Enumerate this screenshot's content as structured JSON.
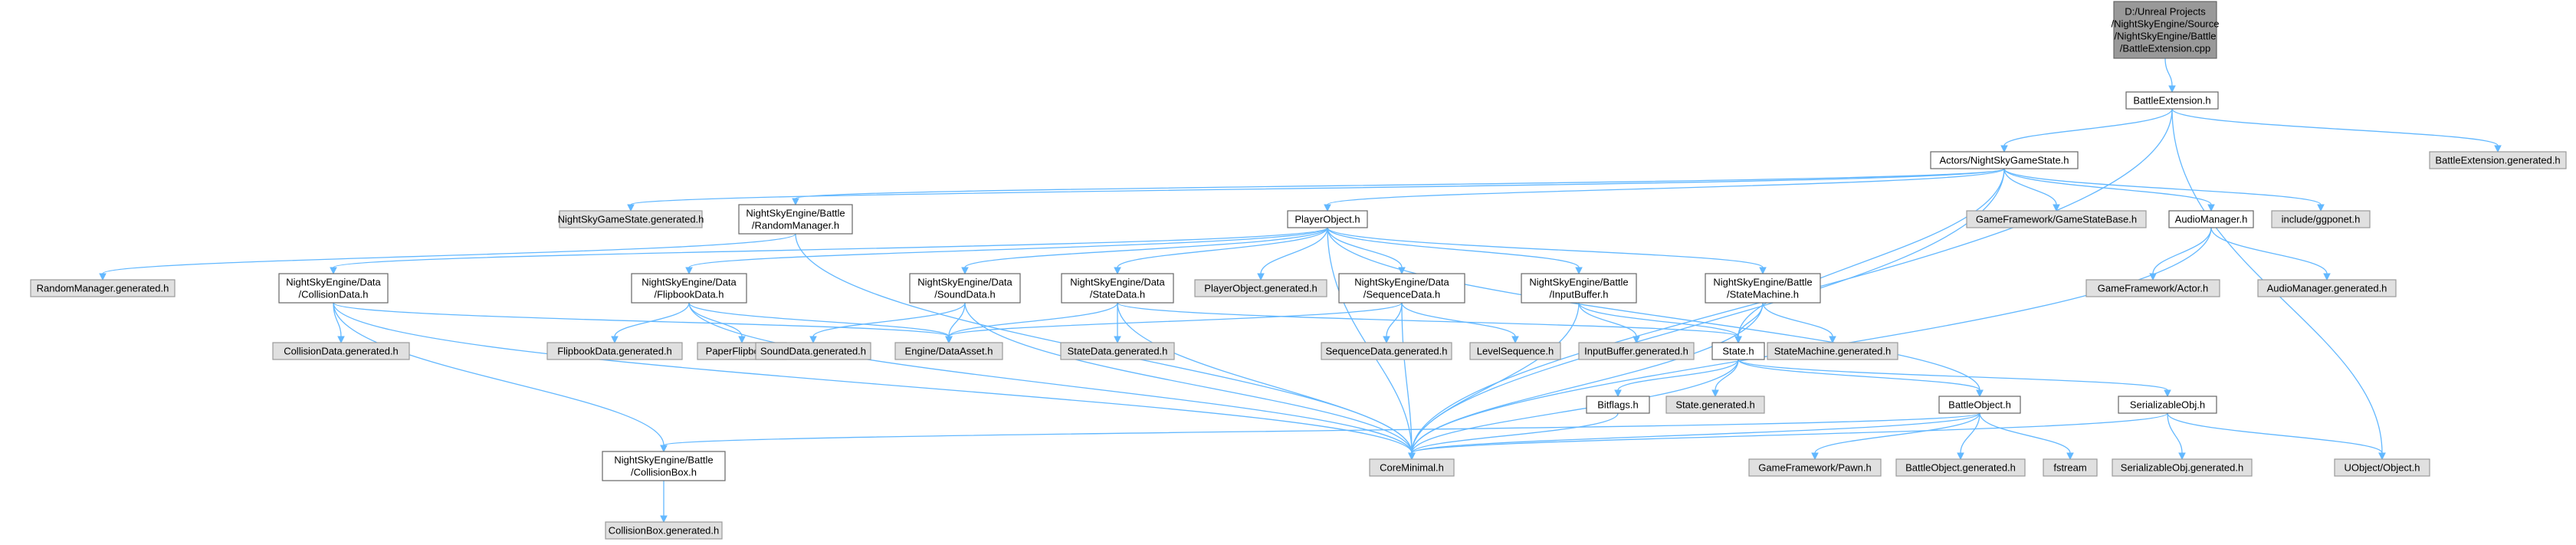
{
  "graph": {
    "colors": {
      "root_fill": "#999999",
      "root_border": "#666666",
      "project_fill": "#ffffff",
      "project_border": "#666666",
      "external_fill": "#e0e0e0",
      "external_border": "#999999",
      "edge": "#63b8ff",
      "text": "#000000"
    },
    "nodes": [
      {
        "id": "root",
        "kind": "root",
        "lines": [
          "D:/Unreal Projects",
          "/NightSkyEngine/Source",
          "/NightSkyEngine/Battle",
          "/BattleExtension.cpp"
        ]
      },
      {
        "id": "battleextension_h",
        "kind": "project",
        "lines": [
          "BattleExtension.h"
        ]
      },
      {
        "id": "battleextension_gen",
        "kind": "external",
        "lines": [
          "BattleExtension.generated.h"
        ]
      },
      {
        "id": "nightskygamestate_h",
        "kind": "project",
        "lines": [
          "Actors/NightSkyGameState.h"
        ]
      },
      {
        "id": "nightskygamestate_gen",
        "kind": "external",
        "lines": [
          "NightSkyGameState.generated.h"
        ]
      },
      {
        "id": "randommanager_h",
        "kind": "project",
        "lines": [
          "NightSkyEngine/Battle",
          "/RandomManager.h"
        ]
      },
      {
        "id": "playerobject_h",
        "kind": "project",
        "lines": [
          "PlayerObject.h"
        ]
      },
      {
        "id": "gamestatebase_h",
        "kind": "external",
        "lines": [
          "GameFramework/GameStateBase.h"
        ]
      },
      {
        "id": "audiomanager_h",
        "kind": "project",
        "lines": [
          "AudioManager.h"
        ]
      },
      {
        "id": "ggponet_h",
        "kind": "external",
        "lines": [
          "include/ggponet.h"
        ]
      },
      {
        "id": "randommanager_gen",
        "kind": "external",
        "lines": [
          "RandomManager.generated.h"
        ]
      },
      {
        "id": "collisiondata_h",
        "kind": "project",
        "lines": [
          "NightSkyEngine/Data",
          "/CollisionData.h"
        ]
      },
      {
        "id": "flipbookdata_h",
        "kind": "project",
        "lines": [
          "NightSkyEngine/Data",
          "/FlipbookData.h"
        ]
      },
      {
        "id": "sounddata_h",
        "kind": "project",
        "lines": [
          "NightSkyEngine/Data",
          "/SoundData.h"
        ]
      },
      {
        "id": "statedata_h",
        "kind": "project",
        "lines": [
          "NightSkyEngine/Data",
          "/StateData.h"
        ]
      },
      {
        "id": "playerobject_gen",
        "kind": "external",
        "lines": [
          "PlayerObject.generated.h"
        ]
      },
      {
        "id": "sequencedata_h",
        "kind": "project",
        "lines": [
          "NightSkyEngine/Data",
          "/SequenceData.h"
        ]
      },
      {
        "id": "inputbuffer_h",
        "kind": "project",
        "lines": [
          "NightSkyEngine/Battle",
          "/InputBuffer.h"
        ]
      },
      {
        "id": "statemachine_h",
        "kind": "project",
        "lines": [
          "NightSkyEngine/Battle",
          "/StateMachine.h"
        ]
      },
      {
        "id": "actor_h",
        "kind": "external",
        "lines": [
          "GameFramework/Actor.h"
        ]
      },
      {
        "id": "audiomanager_gen",
        "kind": "external",
        "lines": [
          "AudioManager.generated.h"
        ]
      },
      {
        "id": "collisiondata_gen",
        "kind": "external",
        "lines": [
          "CollisionData.generated.h"
        ]
      },
      {
        "id": "flipbookdata_gen",
        "kind": "external",
        "lines": [
          "FlipbookData.generated.h"
        ]
      },
      {
        "id": "paperflipbook_h",
        "kind": "external",
        "lines": [
          "PaperFlipbook.h"
        ]
      },
      {
        "id": "sounddata_gen",
        "kind": "external",
        "lines": [
          "SoundData.generated.h"
        ]
      },
      {
        "id": "dataasset_h",
        "kind": "external",
        "lines": [
          "Engine/DataAsset.h"
        ]
      },
      {
        "id": "statedata_gen",
        "kind": "external",
        "lines": [
          "StateData.generated.h"
        ]
      },
      {
        "id": "sequencedata_gen",
        "kind": "external",
        "lines": [
          "SequenceData.generated.h"
        ]
      },
      {
        "id": "levelsequence_h",
        "kind": "external",
        "lines": [
          "LevelSequence.h"
        ]
      },
      {
        "id": "inputbuffer_gen",
        "kind": "external",
        "lines": [
          "InputBuffer.generated.h"
        ]
      },
      {
        "id": "state_h",
        "kind": "project",
        "lines": [
          "State.h"
        ]
      },
      {
        "id": "statemachine_gen",
        "kind": "external",
        "lines": [
          "StateMachine.generated.h"
        ]
      },
      {
        "id": "bitflags_h",
        "kind": "project",
        "lines": [
          "Bitflags.h"
        ]
      },
      {
        "id": "state_gen",
        "kind": "external",
        "lines": [
          "State.generated.h"
        ]
      },
      {
        "id": "battleobject_h",
        "kind": "project",
        "lines": [
          "BattleObject.h"
        ]
      },
      {
        "id": "serializableobj_h",
        "kind": "project",
        "lines": [
          "SerializableObj.h"
        ]
      },
      {
        "id": "collisionbox_h",
        "kind": "project",
        "lines": [
          "NightSkyEngine/Battle",
          "/CollisionBox.h"
        ]
      },
      {
        "id": "coreminimal_h",
        "kind": "external",
        "lines": [
          "CoreMinimal.h"
        ]
      },
      {
        "id": "pawn_h",
        "kind": "external",
        "lines": [
          "GameFramework/Pawn.h"
        ]
      },
      {
        "id": "battleobject_gen",
        "kind": "external",
        "lines": [
          "BattleObject.generated.h"
        ]
      },
      {
        "id": "fstream",
        "kind": "external",
        "lines": [
          "fstream"
        ]
      },
      {
        "id": "serializableobj_gen",
        "kind": "external",
        "lines": [
          "SerializableObj.generated.h"
        ]
      },
      {
        "id": "object_h",
        "kind": "external",
        "lines": [
          "UObject/Object.h"
        ]
      },
      {
        "id": "collisionbox_gen",
        "kind": "external",
        "lines": [
          "CollisionBox.generated.h"
        ]
      }
    ],
    "edges": [
      [
        "root",
        "battleextension_h"
      ],
      [
        "battleextension_h",
        "battleextension_gen"
      ],
      [
        "battleextension_h",
        "nightskygamestate_h"
      ],
      [
        "battleextension_h",
        "coreminimal_h"
      ],
      [
        "battleextension_h",
        "object_h"
      ],
      [
        "nightskygamestate_h",
        "nightskygamestate_gen"
      ],
      [
        "nightskygamestate_h",
        "randommanager_h"
      ],
      [
        "nightskygamestate_h",
        "playerobject_h"
      ],
      [
        "nightskygamestate_h",
        "gamestatebase_h"
      ],
      [
        "nightskygamestate_h",
        "audiomanager_h"
      ],
      [
        "nightskygamestate_h",
        "ggponet_h"
      ],
      [
        "nightskygamestate_h",
        "coreminimal_h"
      ],
      [
        "nightskygamestate_h",
        "state_h"
      ],
      [
        "randommanager_h",
        "randommanager_gen"
      ],
      [
        "randommanager_h",
        "coreminimal_h"
      ],
      [
        "playerobject_h",
        "collisiondata_h"
      ],
      [
        "playerobject_h",
        "flipbookdata_h"
      ],
      [
        "playerobject_h",
        "sounddata_h"
      ],
      [
        "playerobject_h",
        "statedata_h"
      ],
      [
        "playerobject_h",
        "playerobject_gen"
      ],
      [
        "playerobject_h",
        "sequencedata_h"
      ],
      [
        "playerobject_h",
        "inputbuffer_h"
      ],
      [
        "playerobject_h",
        "statemachine_h"
      ],
      [
        "playerobject_h",
        "battleobject_h"
      ],
      [
        "playerobject_h",
        "coreminimal_h"
      ],
      [
        "audiomanager_h",
        "actor_h"
      ],
      [
        "audiomanager_h",
        "audiomanager_gen"
      ],
      [
        "audiomanager_h",
        "coreminimal_h"
      ],
      [
        "collisiondata_h",
        "collisiondata_gen"
      ],
      [
        "collisiondata_h",
        "dataasset_h"
      ],
      [
        "collisiondata_h",
        "collisionbox_h"
      ],
      [
        "collisiondata_h",
        "coreminimal_h"
      ],
      [
        "flipbookdata_h",
        "flipbookdata_gen"
      ],
      [
        "flipbookdata_h",
        "paperflipbook_h"
      ],
      [
        "flipbookdata_h",
        "dataasset_h"
      ],
      [
        "flipbookdata_h",
        "coreminimal_h"
      ],
      [
        "sounddata_h",
        "sounddata_gen"
      ],
      [
        "sounddata_h",
        "dataasset_h"
      ],
      [
        "sounddata_h",
        "coreminimal_h"
      ],
      [
        "statedata_h",
        "statedata_gen"
      ],
      [
        "statedata_h",
        "dataasset_h"
      ],
      [
        "statedata_h",
        "state_h"
      ],
      [
        "statedata_h",
        "coreminimal_h"
      ],
      [
        "sequencedata_h",
        "sequencedata_gen"
      ],
      [
        "sequencedata_h",
        "levelsequence_h"
      ],
      [
        "sequencedata_h",
        "dataasset_h"
      ],
      [
        "sequencedata_h",
        "coreminimal_h"
      ],
      [
        "inputbuffer_h",
        "inputbuffer_gen"
      ],
      [
        "inputbuffer_h",
        "state_h"
      ],
      [
        "inputbuffer_h",
        "coreminimal_h"
      ],
      [
        "statemachine_h",
        "statemachine_gen"
      ],
      [
        "statemachine_h",
        "state_h"
      ],
      [
        "statemachine_h",
        "coreminimal_h"
      ],
      [
        "state_h",
        "bitflags_h"
      ],
      [
        "state_h",
        "state_gen"
      ],
      [
        "state_h",
        "battleobject_h"
      ],
      [
        "state_h",
        "serializableobj_h"
      ],
      [
        "state_h",
        "coreminimal_h"
      ],
      [
        "bitflags_h",
        "coreminimal_h"
      ],
      [
        "battleobject_h",
        "pawn_h"
      ],
      [
        "battleobject_h",
        "battleobject_gen"
      ],
      [
        "battleobject_h",
        "fstream"
      ],
      [
        "battleobject_h",
        "collisionbox_h"
      ],
      [
        "battleobject_h",
        "coreminimal_h"
      ],
      [
        "serializableobj_h",
        "serializableobj_gen"
      ],
      [
        "serializableobj_h",
        "object_h"
      ],
      [
        "serializableobj_h",
        "coreminimal_h"
      ],
      [
        "collisionbox_h",
        "collisionbox_gen"
      ]
    ]
  }
}
